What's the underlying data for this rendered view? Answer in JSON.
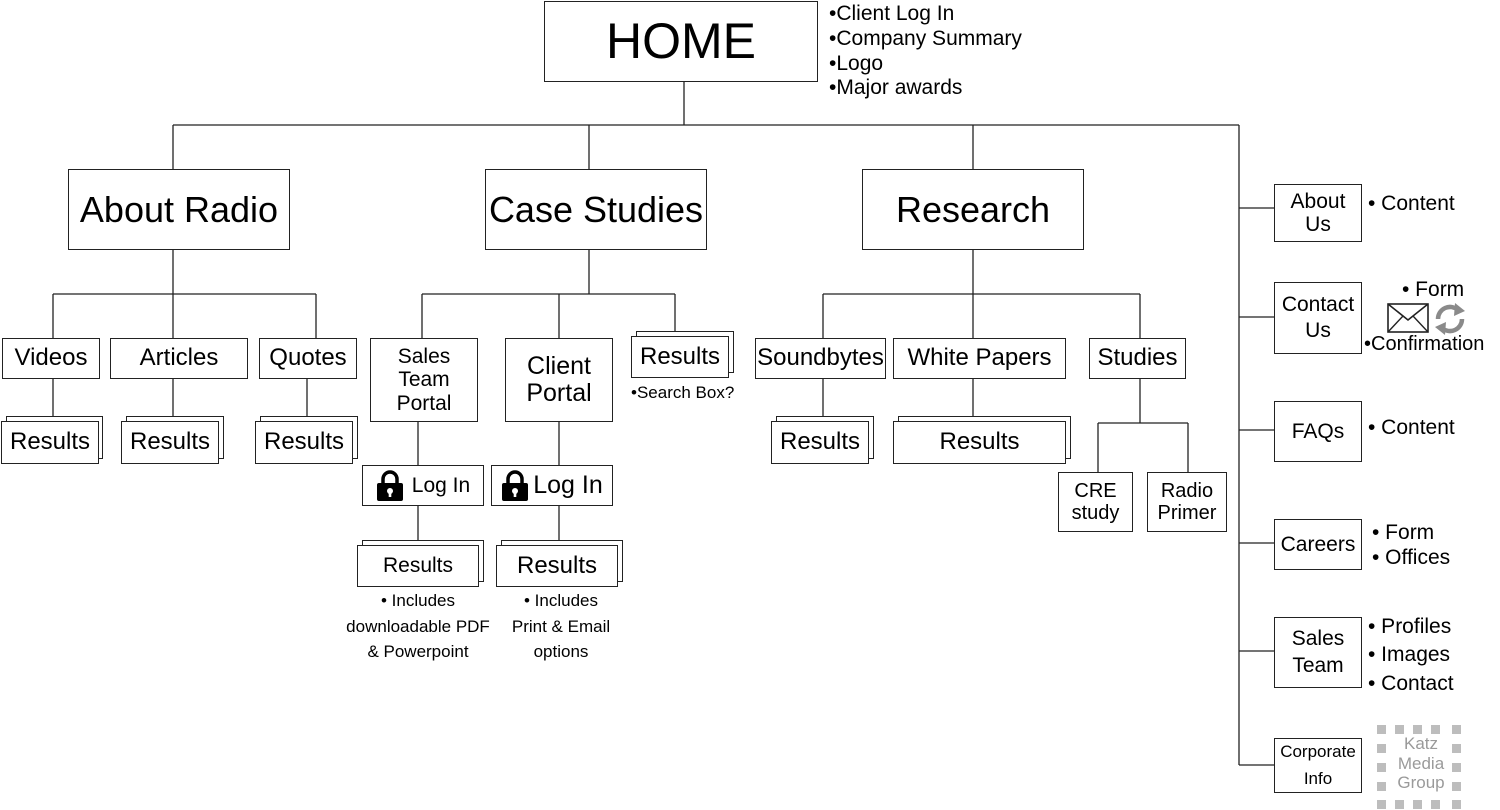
{
  "home": {
    "title": "HOME",
    "notes": [
      "•Client Log In",
      "•Company Summary",
      "•Logo",
      "•Major awards"
    ]
  },
  "sections": {
    "about_radio": "About Radio",
    "case_studies": "Case Studies",
    "research": "Research"
  },
  "about_radio": {
    "videos": "Videos",
    "articles": "Articles",
    "quotes": "Quotes",
    "results": "Results"
  },
  "case_studies": {
    "sales_team_portal": "Sales\nTeam\nPortal",
    "client_portal": "Client\nPortal",
    "results": "Results",
    "search_note": "•Search Box?",
    "login": "Log In",
    "sales_results_note": [
      "• Includes",
      "downloadable PDF",
      "& Powerpoint"
    ],
    "client_results_note": [
      "• Includes",
      "Print & Email",
      "options"
    ]
  },
  "research": {
    "soundbytes": "Soundbytes",
    "white_papers": "White Papers",
    "studies": "Studies",
    "results": "Results",
    "cre_study": "CRE\nstudy",
    "radio_primer": "Radio\nPrimer"
  },
  "side": {
    "about_us": "About\nUs",
    "about_us_notes": [
      "• Content"
    ],
    "contact_us": "Contact\nUs",
    "contact_form": "• Form",
    "contact_confirmation": "•Confirmation",
    "faqs": "FAQs",
    "faqs_notes": [
      "• Content"
    ],
    "careers": "Careers",
    "careers_notes": [
      "• Form",
      "• Offices"
    ],
    "sales_team": "Sales\nTeam",
    "sales_team_notes": [
      "• Profiles",
      "• Images",
      "• Contact"
    ],
    "corporate_info": "Corporate\nInfo"
  },
  "logo": {
    "line1": "Katz",
    "line2": "Media",
    "line3": "Group"
  },
  "colors": {
    "line": "#222222",
    "logo": "#9a9a9a"
  },
  "icons": {
    "lock": "lock-icon",
    "envelope": "envelope-icon",
    "refresh": "refresh-icon"
  }
}
